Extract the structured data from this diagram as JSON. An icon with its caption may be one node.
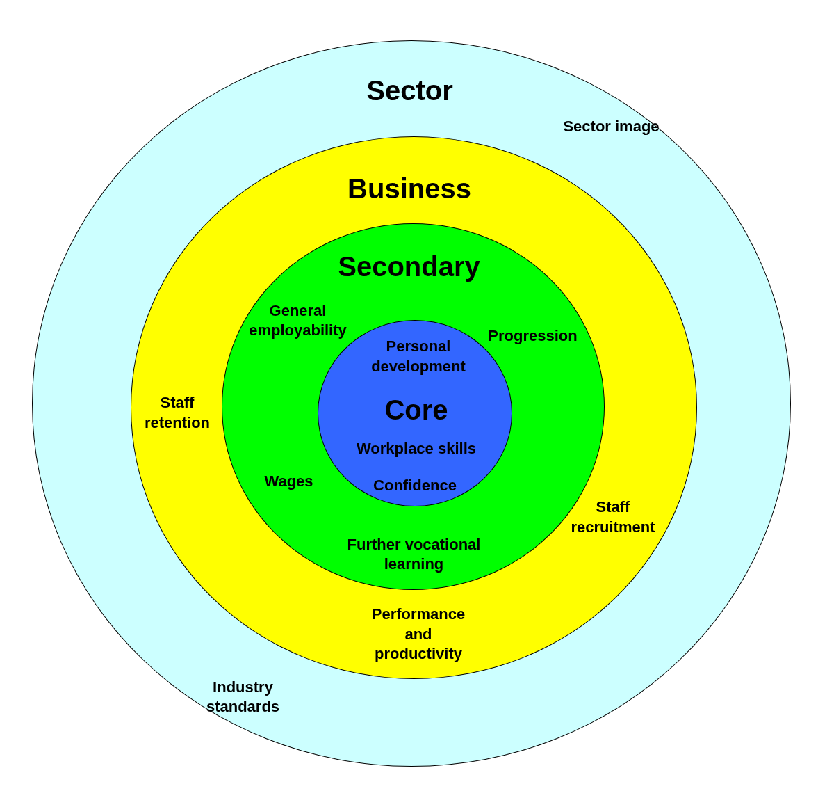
{
  "diagram": {
    "nodes": [
      {
        "text": [
          "Sector",
          "Sector image",
          "Industry standards"
        ]
      },
      {
        "text": [
          "Business",
          "Staff retention",
          "Staff recruitment",
          "Performance and productivity"
        ],
        "in": 0
      },
      {
        "text": [
          "Secondary",
          "General employability",
          "Progression",
          "Wages",
          "Further vocational learning"
        ],
        "in": 1
      },
      {
        "text": [
          "Personal development",
          "Core",
          "Workplace skills",
          "Confidence"
        ],
        "in": 2
      }
    ]
  }
}
